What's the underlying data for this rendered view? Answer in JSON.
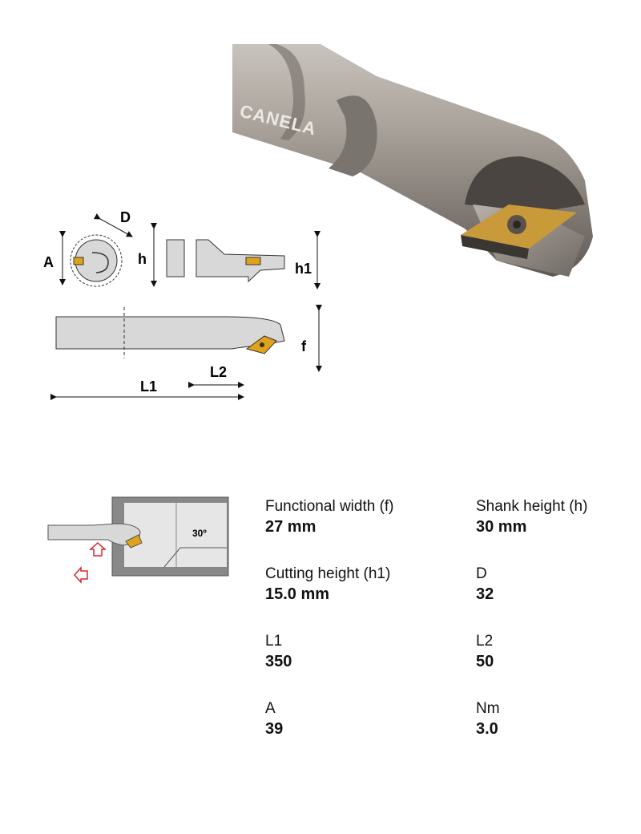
{
  "brand_mark": "CANELA",
  "drawing_labels": {
    "A": "A",
    "D": "D",
    "h": "h",
    "h1": "h1",
    "f": "f",
    "L1": "L1",
    "L2": "L2"
  },
  "angle_label": "30º",
  "specs": [
    {
      "label": "Functional width (f)",
      "value": "27 mm"
    },
    {
      "label": "Shank height (h)",
      "value": "30 mm"
    },
    {
      "label": "Cutting height (h1)",
      "value": "15.0 mm"
    },
    {
      "label": "D",
      "value": "32"
    },
    {
      "label": "L1",
      "value": "350"
    },
    {
      "label": "L2",
      "value": "50"
    },
    {
      "label": "A",
      "value": "39"
    },
    {
      "label": "Nm",
      "value": "3.0"
    }
  ],
  "colors": {
    "insert_gold": "#e0a21a",
    "arrow_red": "#d9262e",
    "steel": "#9a938d"
  }
}
